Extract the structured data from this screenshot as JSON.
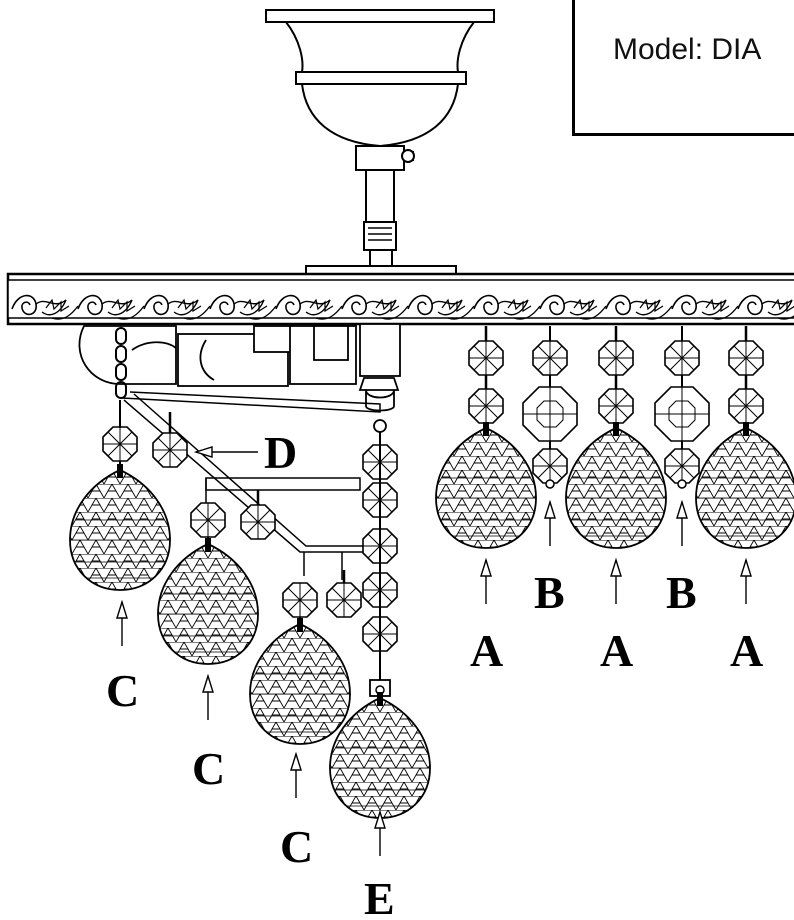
{
  "model_label": "Model: DIA",
  "callouts": {
    "A": "A",
    "B": "B",
    "C": "C",
    "D": "D",
    "E": "E"
  },
  "colors": {
    "line": "#000000",
    "background": "#ffffff"
  }
}
